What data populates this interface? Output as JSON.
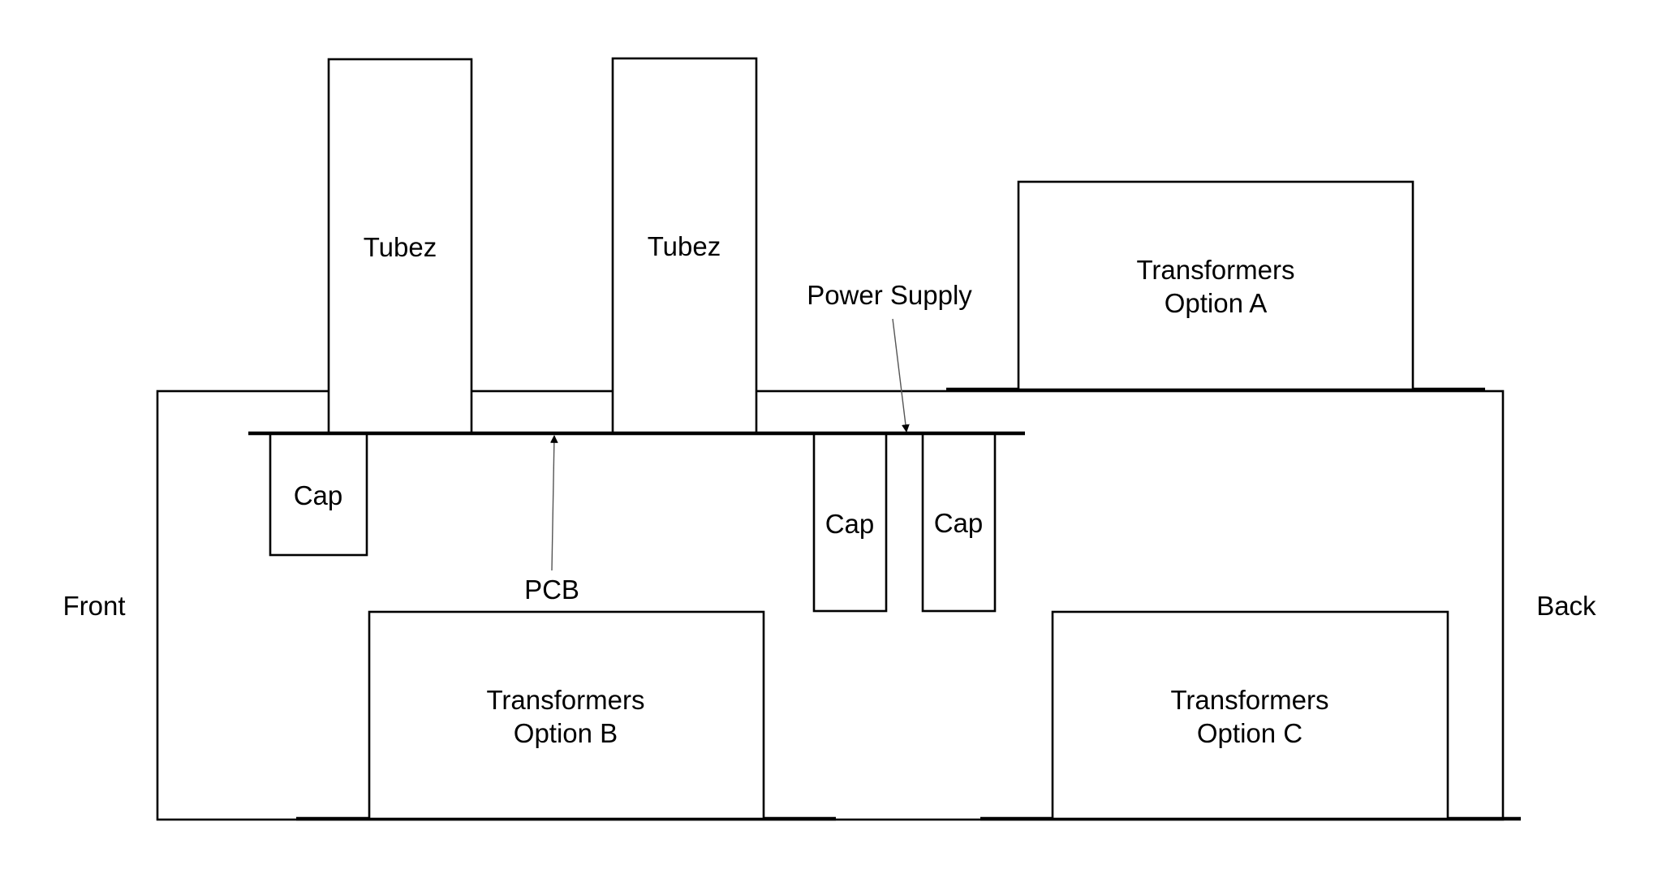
{
  "diagram": {
    "side_labels": {
      "front": "Front",
      "back": "Back"
    },
    "tubes": [
      {
        "label": "Tubez"
      },
      {
        "label": "Tubez"
      }
    ],
    "caps": [
      {
        "label": "Cap"
      },
      {
        "label": "Cap"
      },
      {
        "label": "Cap"
      }
    ],
    "transformers": [
      {
        "line1": "Transformers",
        "line2": "Option A"
      },
      {
        "line1": "Transformers",
        "line2": "Option B"
      },
      {
        "line1": "Transformers",
        "line2": "Option C"
      }
    ],
    "callouts": {
      "power_supply": "Power Supply",
      "pcb": "PCB"
    }
  }
}
